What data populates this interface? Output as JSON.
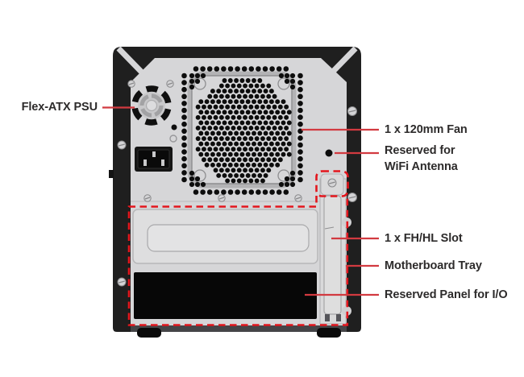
{
  "callouts": {
    "psu": {
      "label": "Flex-ATX PSU"
    },
    "fan": {
      "label": "1 x 120mm Fan"
    },
    "wifi": {
      "label": "Reserved for\nWiFi Antenna"
    },
    "slot": {
      "label": "1 x FH/HL Slot"
    },
    "tray": {
      "label": "Motherboard Tray"
    },
    "io": {
      "label": "Reserved Panel for I/O"
    }
  },
  "colors": {
    "accent_red": "#d23a40",
    "dashed_red": "#e3161d",
    "text": "#2d2b2b",
    "frame_black": "#1f1f1f",
    "panel_gray": "#d6d6d8",
    "io_panel_black": "#070707"
  }
}
